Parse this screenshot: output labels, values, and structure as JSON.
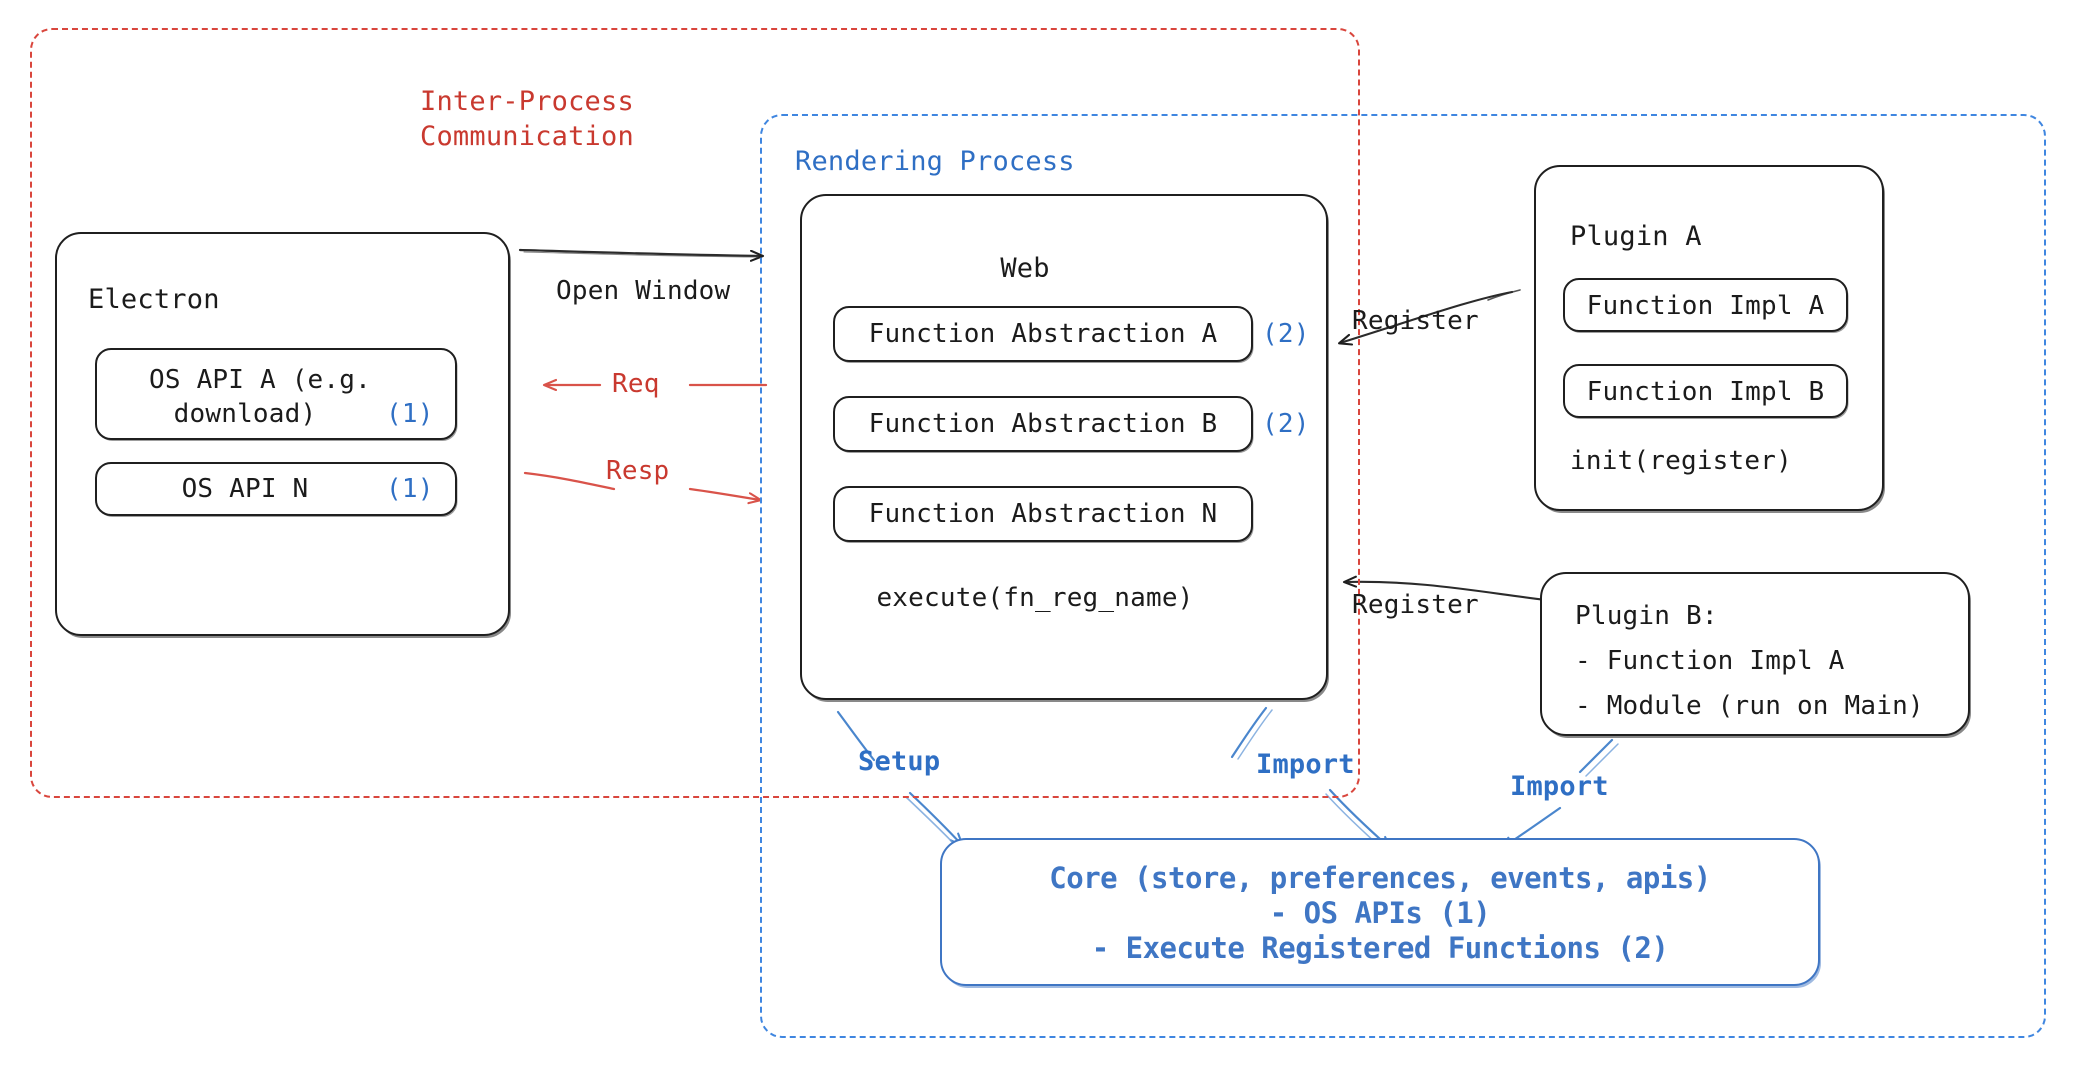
{
  "diagram": {
    "title": "Electron plugin architecture",
    "colors": {
      "ipc_red": "#c9392f",
      "process_blue": "#2f6fc4",
      "core_blue": "#3f76c4",
      "stroke_black": "#1b1b1b"
    }
  },
  "regions": {
    "ipc": {
      "label_line1": "Inter-Process",
      "label_line2": "Communication"
    },
    "rendering": {
      "label": "Rendering Process"
    }
  },
  "electron": {
    "title": "Electron",
    "apis": [
      {
        "label_line1": "OS API A (e.g.",
        "label_line2": "download)",
        "marker": "(1)"
      },
      {
        "label_line1": "OS API N",
        "label_line2": "",
        "marker": "(1)"
      }
    ]
  },
  "web": {
    "title": "Web",
    "abstractions": [
      {
        "label": "Function Abstraction A",
        "marker": "(2)"
      },
      {
        "label": "Function Abstraction B",
        "marker": "(2)"
      },
      {
        "label": "Function Abstraction N",
        "marker": ""
      }
    ],
    "footer": "execute(fn_reg_name)"
  },
  "plugin_a": {
    "title": "Plugin A",
    "impls": [
      "Function Impl A",
      "Function Impl B"
    ],
    "footer": "init(register)"
  },
  "plugin_b": {
    "title": "Plugin B:",
    "items": [
      "- Function Impl A",
      "- Module (run on Main)"
    ]
  },
  "core": {
    "line1": "Core (store, preferences, events, apis)",
    "line2": "- OS APIs (1)",
    "line3": "- Execute Registered Functions (2)"
  },
  "edges": {
    "open_window": "Open Window",
    "req": "Req",
    "resp": "Resp",
    "register_a": "Register",
    "register_b": "Register",
    "setup": "Setup",
    "import_web": "Import",
    "import_plugin_b": "Import"
  }
}
